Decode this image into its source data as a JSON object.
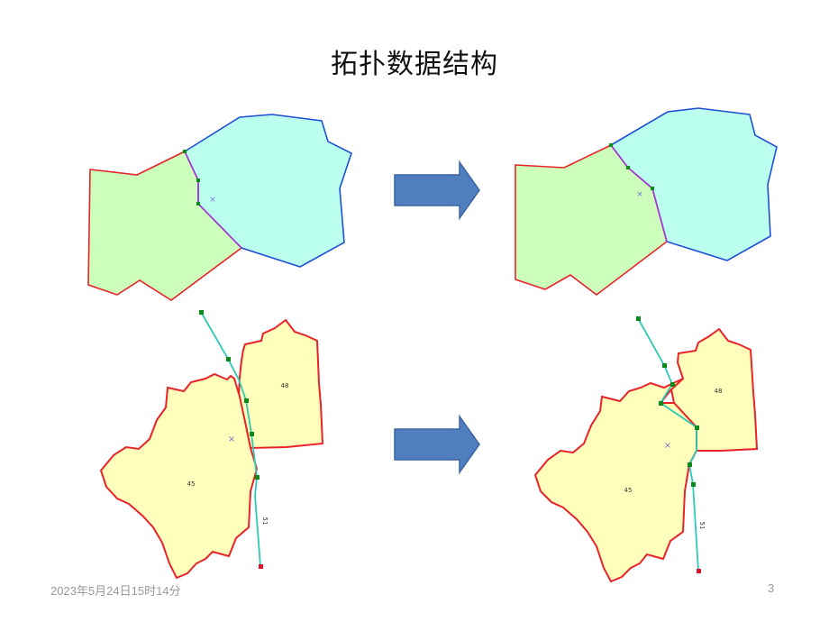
{
  "slide": {
    "title": "拓扑数据结构",
    "footer_date": "2023年5月24日15时14分",
    "page_number": "3"
  },
  "maps": {
    "polygon_labels": {
      "left": "45",
      "right": "48"
    },
    "line_label": "51"
  },
  "colors": {
    "green_fill": "#ccffbb",
    "cyan_fill": "#bbffee",
    "yellow_fill": "#ffffbb",
    "red_border": "#e8232a",
    "blue_border": "#1f4fd6",
    "purple_shared_edge": "#b035d6",
    "teal_line": "#2ec9b4",
    "vertex_green": "#0a8a1a",
    "endpoint_red": "#e0102a",
    "arrow_fill": "#4f7fbf",
    "arrow_stroke": "#3a64a0"
  }
}
